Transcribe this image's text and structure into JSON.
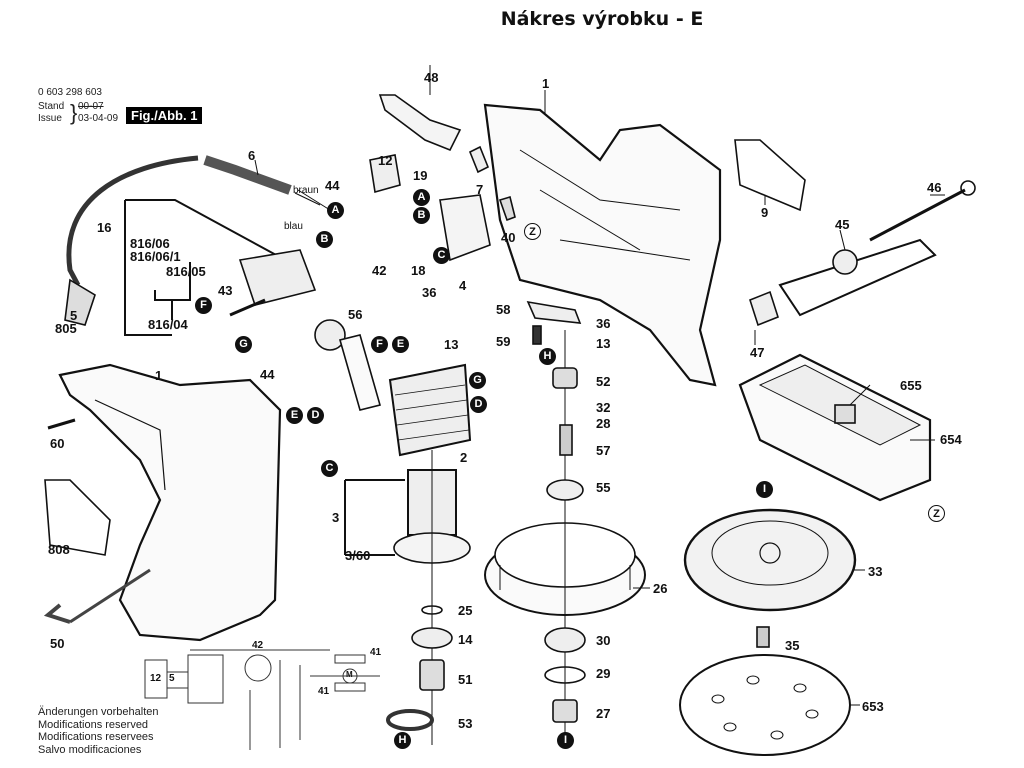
{
  "title": "Nákres výrobku - E",
  "header": {
    "part_number": "0 603 298 603",
    "stand_label": "Stand",
    "issue_label": "Issue",
    "stand_value": "00-07",
    "issue_value": "03-04-09",
    "figure": "Fig./Abb. 1"
  },
  "wire_labels": {
    "braun": "braun",
    "blau": "blau"
  },
  "part_labels": {
    "p1a": "1",
    "p1b": "1",
    "p2": "2",
    "p3": "3",
    "p3_60": "3/60",
    "p4": "4",
    "p5": "5",
    "p805": "805",
    "p6": "6",
    "p7": "7",
    "p9": "9",
    "p12": "12",
    "p13a": "13",
    "p13b": "13",
    "p14": "14",
    "p16": "16",
    "p18": "18",
    "p19": "19",
    "p25": "25",
    "p26": "26",
    "p27": "27",
    "p28": "28",
    "p29": "29",
    "p30": "30",
    "p32": "32",
    "p33": "33",
    "p35": "35",
    "p36a": "36",
    "p36b": "36",
    "p40": "40",
    "p42": "42",
    "p43": "43",
    "p44a": "44",
    "p44b": "44",
    "p45": "45",
    "p46": "46",
    "p47": "47",
    "p48": "48",
    "p50": "50",
    "p51": "51",
    "p52": "52",
    "p53": "53",
    "p55": "55",
    "p56": "56",
    "p57": "57",
    "p58": "58",
    "p59": "59",
    "p60": "60",
    "p653": "653",
    "p654": "654",
    "p655": "655",
    "p808": "808",
    "p816_06": "816/06",
    "p816_06_1": "816/06/1",
    "p816_05": "816/05",
    "p816_04": "816/04"
  },
  "connector_badges": {
    "A1": "A",
    "B1": "B",
    "A2": "A",
    "B2": "B",
    "C1": "C",
    "C2": "C",
    "D1": "D",
    "D2": "D",
    "E1": "E",
    "E2": "E",
    "F1": "F",
    "F2": "F",
    "G1": "G",
    "G2": "G",
    "H1": "H",
    "H2": "H",
    "I1": "I",
    "I2": "I",
    "Z1": "Z",
    "Z2": "Z"
  },
  "circuit": {
    "label_42": "42",
    "label_41a": "41",
    "label_41b": "41",
    "label_12": "12",
    "label_5": "5",
    "motor": "M"
  },
  "notes": [
    "Änderungen vorbehalten",
    "Modifications reserved",
    "Modifications reservees",
    "Salvo modificaciones"
  ]
}
